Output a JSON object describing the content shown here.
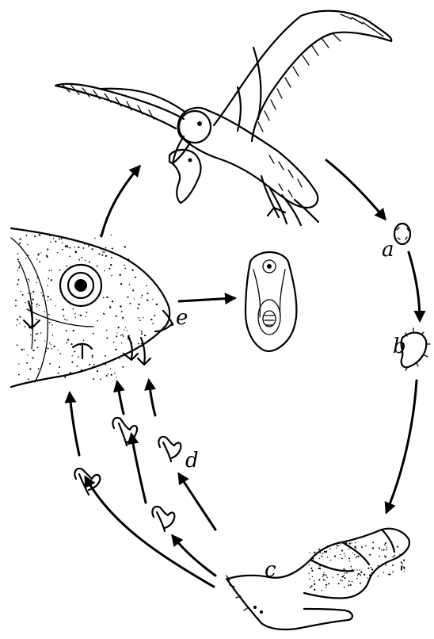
{
  "labels": {
    "a": "a",
    "b": "b",
    "c": "c",
    "d": "d",
    "e": "e"
  },
  "stages": [
    {
      "key": "bird",
      "icon": "seabird-icon"
    },
    {
      "key": "a",
      "icon": "egg-icon"
    },
    {
      "key": "b",
      "icon": "miracidium-icon"
    },
    {
      "key": "c",
      "icon": "snail-icon"
    },
    {
      "key": "d",
      "icon": "cercaria-icon"
    },
    {
      "key": "e",
      "icon": "metacercaria-icon"
    },
    {
      "key": "fish",
      "icon": "fish-head-icon"
    }
  ],
  "colors": {
    "ink": "#000000",
    "background": "#ffffff"
  }
}
